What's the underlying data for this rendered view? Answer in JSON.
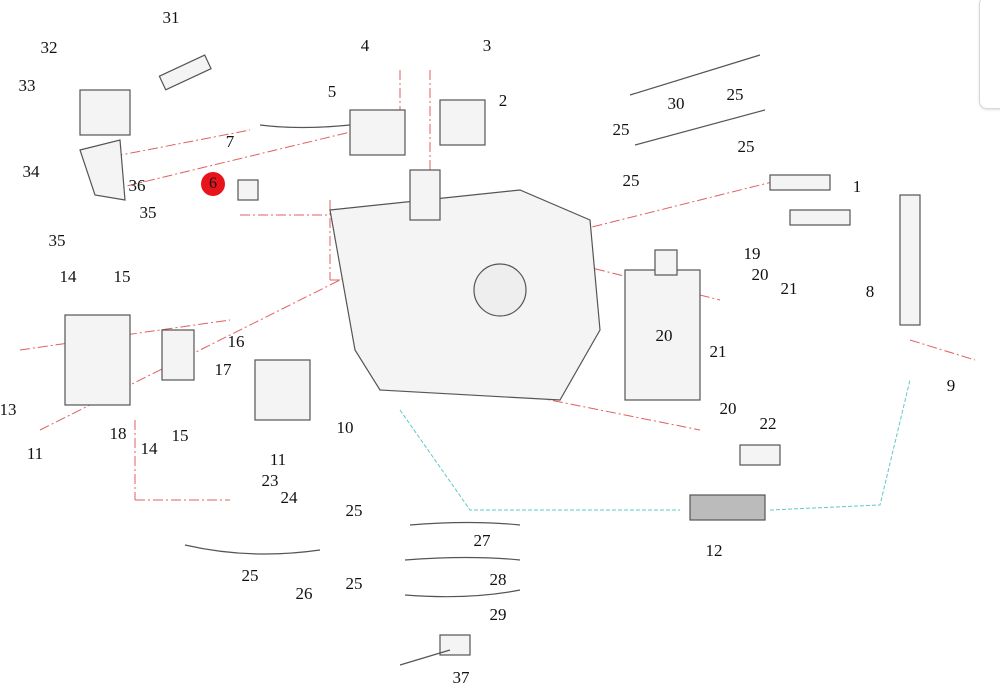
{
  "diagram_title": "",
  "highlight_color": "#e8141b",
  "leader_color": "#e06060",
  "harness_color": "#60c8c8",
  "highlighted_part": "6",
  "callouts": [
    "31",
    "32",
    "33",
    "34",
    "36",
    "35",
    "35",
    "4",
    "3",
    "5",
    "2",
    "7",
    "30",
    "25",
    "25",
    "25",
    "25",
    "1",
    "19",
    "20",
    "21",
    "20",
    "21",
    "8",
    "9",
    "14",
    "15",
    "16",
    "17",
    "13",
    "18",
    "14",
    "15",
    "11",
    "11",
    "10",
    "20",
    "22",
    "23",
    "24",
    "25",
    "25",
    "26",
    "25",
    "27",
    "28",
    "29",
    "12",
    "37"
  ]
}
